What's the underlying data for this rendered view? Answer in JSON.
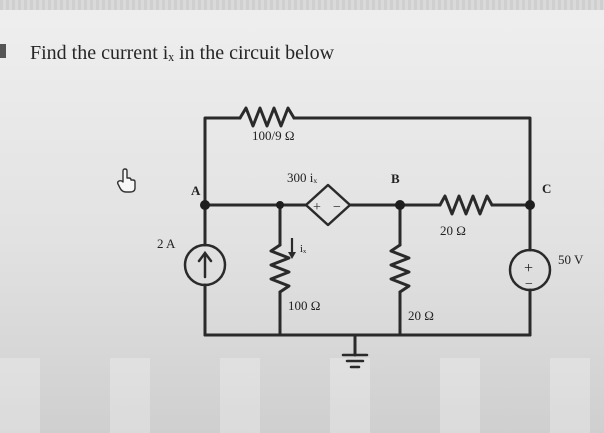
{
  "question": "Find the current iₓ in the circuit below",
  "circuit": {
    "node_a": "A",
    "node_b": "B",
    "node_c": "C",
    "r_top_label": "100/9 Ω",
    "dep_source_label": "300 iₓ",
    "dep_source_polarity_plus": "+",
    "dep_source_polarity_minus": "−",
    "ix_label": "iₓ",
    "current_source_label": "2 A",
    "r_100_label": "100 Ω",
    "r_b_label": "20 Ω",
    "r_bc_label": "20 Ω",
    "voltage_source_label": "50 V",
    "vs_plus": "+",
    "vs_minus": "−"
  },
  "colors": {
    "wire": "#2a2a2a",
    "text": "#262626"
  }
}
